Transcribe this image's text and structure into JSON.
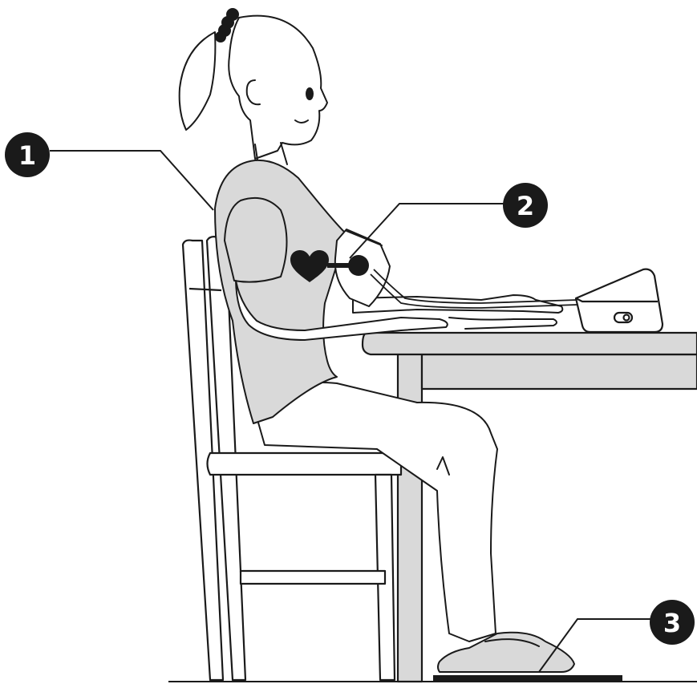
{
  "callouts": [
    {
      "label": "1"
    },
    {
      "label": "2"
    },
    {
      "label": "3"
    }
  ],
  "colors": {
    "outline": "#1a1a1a",
    "fill_gray": "#d9d9d9",
    "fill_white": "#ffffff",
    "badge": "#1a1a1a"
  },
  "icons": [
    "heart-icon",
    "cuff-marker-dot",
    "monitor-button-icon"
  ]
}
